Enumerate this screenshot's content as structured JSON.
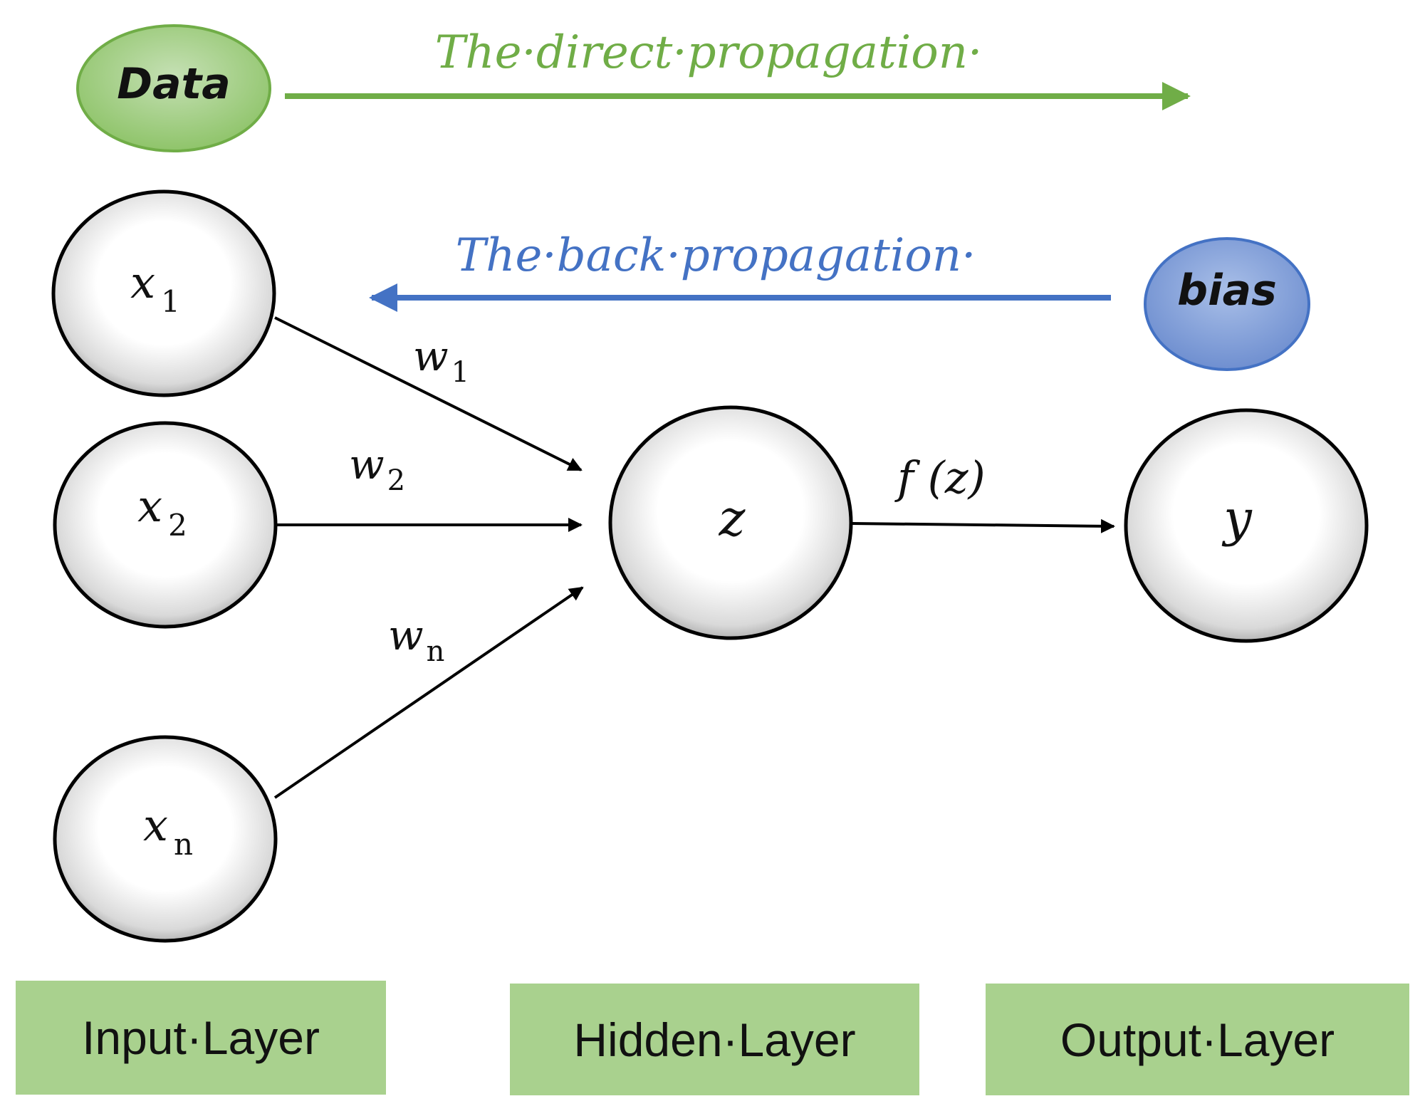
{
  "colors": {
    "green": "#70ad47",
    "green_fill": "#a9d18e",
    "blue": "#4472c4",
    "blue_fill": "#8faadc",
    "node_stroke": "#000000"
  },
  "data_pill": {
    "label": "Data"
  },
  "bias_pill": {
    "label": "bias"
  },
  "direct_propagation": {
    "label": "The·direct·propagation·"
  },
  "back_propagation": {
    "label": "The·back·propagation·"
  },
  "nodes": {
    "x1": {
      "symbol": "x",
      "subscript": "1"
    },
    "x2": {
      "symbol": "x",
      "subscript": "2"
    },
    "xn": {
      "symbol": "x",
      "subscript": "n"
    },
    "z": {
      "symbol": "z"
    },
    "y": {
      "symbol": "y"
    }
  },
  "weights": {
    "w1": {
      "symbol": "w",
      "subscript": "1"
    },
    "w2": {
      "symbol": "w",
      "subscript": "2"
    },
    "wn": {
      "symbol": "w",
      "subscript": "n"
    }
  },
  "activation": {
    "label": "f (z)"
  },
  "layers": {
    "input": "Input·Layer",
    "hidden": "Hidden·Layer",
    "output": "Output·Layer"
  }
}
